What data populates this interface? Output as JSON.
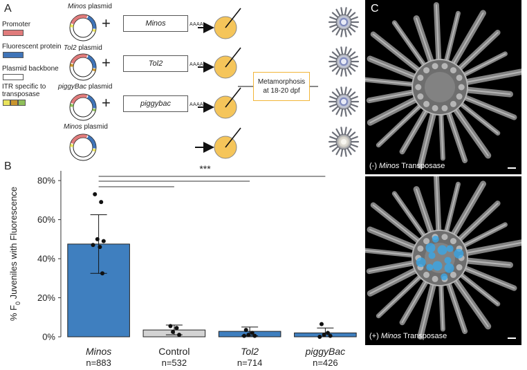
{
  "panels": {
    "a": "A",
    "b": "B",
    "c": "C"
  },
  "legend": {
    "promoter": "Promoter",
    "fluorescent_protein": "Fluorescent protein",
    "plasmid_backbone": "Plasmid backbone",
    "itr_line1": "ITR specific to",
    "itr_line2": "transposase",
    "colors": {
      "promoter": "#e07b7b",
      "fluorescent": "#3f74b8",
      "itr": [
        "#e9e35b",
        "#c9952f",
        "#8fbf5a"
      ]
    }
  },
  "workflow": {
    "rows": [
      {
        "plasmid_name": "Minos",
        "plasmid_suffix": " plasmid",
        "mrna": "Minos",
        "poly_a": "AAAA"
      },
      {
        "plasmid_name": "Tol2",
        "plasmid_suffix": " plasmid",
        "mrna": "Tol2",
        "poly_a": "AAAA"
      },
      {
        "plasmid_name": "piggyBac",
        "plasmid_suffix": " plasmid",
        "mrna": "piggybac",
        "poly_a": "AAAA"
      },
      {
        "plasmid_name": "Minos",
        "plasmid_suffix": " plasmid",
        "mrna": "",
        "poly_a": ""
      }
    ],
    "plus_sign": "+",
    "metamorphosis_line1": "Metamorphosis",
    "metamorphosis_line2": "at 18-20 dpf",
    "egg_color": "#f5c55a"
  },
  "images": {
    "top_caption_prefix": "(-) ",
    "top_caption_italic": "Minos",
    "top_caption_suffix": " Transposase",
    "bottom_caption_prefix": "(+) ",
    "bottom_caption_italic": "Minos",
    "bottom_caption_suffix": " Transposase"
  },
  "chart_data": {
    "type": "bar",
    "ylabel_prefix": "% F",
    "ylabel_sub": "0",
    "ylabel_suffix": " Juveniles with Fluorescence",
    "ylim": [
      0,
      85
    ],
    "yticks": [
      0,
      20,
      40,
      60,
      80
    ],
    "ytick_labels": [
      "0%",
      "20%",
      "40%",
      "60%",
      "80%"
    ],
    "categories": [
      "Minos",
      "Control",
      "Tol2",
      "piggyBac"
    ],
    "category_italic": [
      true,
      false,
      true,
      true
    ],
    "n_labels": [
      "n=883",
      "n=532",
      "n=714",
      "n=426"
    ],
    "values": [
      47.5,
      3.5,
      2.8,
      2.0
    ],
    "error_low": [
      32.5,
      1.0,
      0.5,
      0.0
    ],
    "error_high": [
      62.5,
      6.0,
      5.0,
      4.5
    ],
    "bar_colors": [
      "#3f7fbf",
      "#d3d3d3",
      "#3f7fbf",
      "#3f7fbf"
    ],
    "points": [
      [
        73,
        69,
        50,
        49,
        47,
        46,
        32.5
      ],
      [
        5.5,
        4.5,
        2.5,
        1.0
      ],
      [
        3.5,
        2.0,
        1.0,
        0.5,
        0.5
      ],
      [
        6.5,
        2.0,
        1.0,
        0.5,
        0.0
      ]
    ],
    "significance": "***",
    "brackets": [
      {
        "from": 0,
        "to": 1
      },
      {
        "from": 0,
        "to": 2
      },
      {
        "from": 0,
        "to": 3
      }
    ]
  }
}
